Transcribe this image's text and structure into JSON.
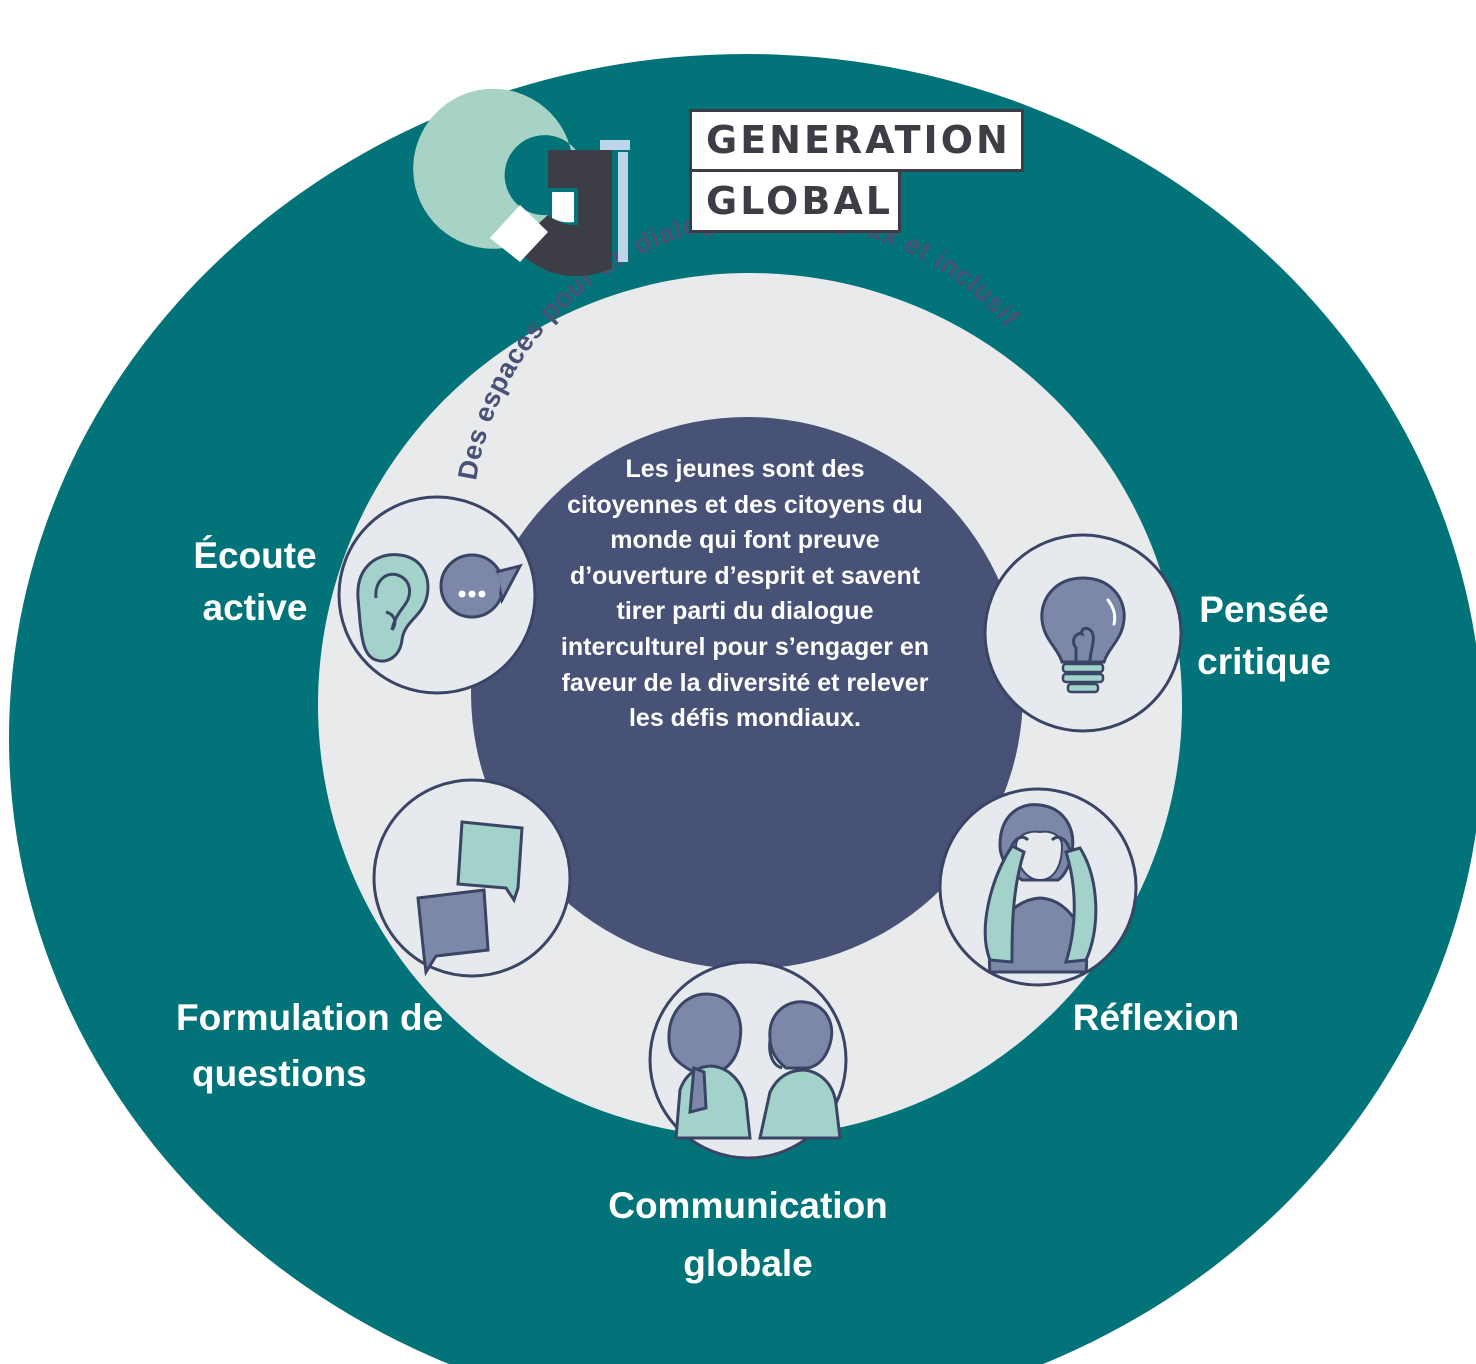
{
  "logo": {
    "line1": "GENERATION",
    "line2": "GLOBAL"
  },
  "ring_label": "Des espaces pour un dialogue courageux et inclusif",
  "center_text": "Les jeunes sont des citoyennes et des citoyens du monde qui font preuve d’ouverture d’esprit et savent tirer parti du dialogue interculturel pour s’engager en faveur de la diversité et relever les défis mondiaux.",
  "skills": [
    {
      "label_line1": "Écoute",
      "label_line2": "active",
      "icon": "ear-and-speech-bubble-icon"
    },
    {
      "label_line1": "Pensée",
      "label_line2": "critique",
      "icon": "lightbulb-icon"
    },
    {
      "label_line1": "Réflexion",
      "label_line2": "",
      "icon": "thinking-person-icon"
    },
    {
      "label_line1": "Communication",
      "label_line2": "globale",
      "icon": "two-people-icon"
    },
    {
      "label_line1": "Formulation de",
      "label_line2": "questions",
      "icon": "speech-bubbles-icon"
    }
  ],
  "colors": {
    "outer_circle": "#03737a",
    "ring": "#e9eaec",
    "center": "#485276",
    "icon_circle": "#e6e9ee",
    "icon_teal": "#a2d2c9",
    "icon_slate": "#7d88a9",
    "icon_outline": "#3a4566",
    "logo_teal": "#a6d3c6",
    "logo_dark": "#3d3d45",
    "logo_blue": "#bcd5e8"
  }
}
